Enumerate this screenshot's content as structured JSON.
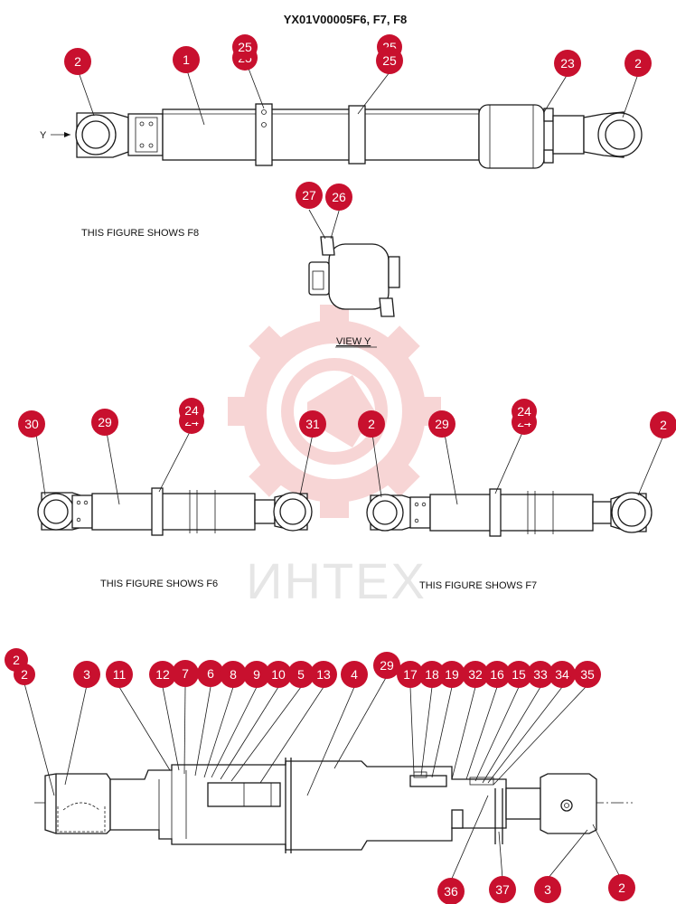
{
  "title": "YX01V00005F6, F7, F8",
  "watermark": "ИНТЕХ",
  "colors": {
    "badge": "#c8102e",
    "line": "#1a1a1a",
    "watermark": "#f2b4b4"
  },
  "figures": {
    "f8_caption": "THIS FIGURE SHOWS  F8",
    "view_caption": "VIEW  Y",
    "y_arrow": "Y",
    "f6_caption": "THIS FIGURE SHOWS  F6",
    "f7_caption": "THIS FIGURE SHOWS  F7"
  },
  "callouts": [
    {
      "id": "c1",
      "label": "2"
    },
    {
      "id": "c2",
      "label": "1"
    },
    {
      "id": "c3",
      "label": "25"
    },
    {
      "id": "c4",
      "label": "25"
    },
    {
      "id": "c5",
      "label": "23"
    },
    {
      "id": "c6",
      "label": "2"
    },
    {
      "id": "c7",
      "label": "27"
    },
    {
      "id": "c8",
      "label": "26"
    },
    {
      "id": "c9",
      "label": "30"
    },
    {
      "id": "c10",
      "label": "29"
    },
    {
      "id": "c11",
      "label": "24"
    },
    {
      "id": "c12",
      "label": "31"
    },
    {
      "id": "c13",
      "label": "2"
    },
    {
      "id": "c14",
      "label": "29"
    },
    {
      "id": "c15",
      "label": "24"
    },
    {
      "id": "c16",
      "label": "2"
    },
    {
      "id": "c17",
      "label": "2"
    },
    {
      "id": "c18",
      "label": "3"
    },
    {
      "id": "c19",
      "label": "11"
    },
    {
      "id": "c20",
      "label": "12"
    },
    {
      "id": "c21",
      "label": "7"
    },
    {
      "id": "c22",
      "label": "6"
    },
    {
      "id": "c23",
      "label": "8"
    },
    {
      "id": "c24",
      "label": "9"
    },
    {
      "id": "c25",
      "label": "10"
    },
    {
      "id": "c26",
      "label": "5"
    },
    {
      "id": "c27",
      "label": "13"
    },
    {
      "id": "c28",
      "label": "4"
    },
    {
      "id": "c29",
      "label": "29"
    },
    {
      "id": "c30",
      "label": "17"
    },
    {
      "id": "c31",
      "label": "18"
    },
    {
      "id": "c32",
      "label": "19"
    },
    {
      "id": "c33",
      "label": "32"
    },
    {
      "id": "c34",
      "label": "16"
    },
    {
      "id": "c35",
      "label": "15"
    },
    {
      "id": "c36",
      "label": "33"
    },
    {
      "id": "c37",
      "label": "34"
    },
    {
      "id": "c38",
      "label": "35"
    },
    {
      "id": "c39",
      "label": "36"
    },
    {
      "id": "c40",
      "label": "37"
    },
    {
      "id": "c41",
      "label": "3"
    },
    {
      "id": "c42",
      "label": "2"
    }
  ]
}
